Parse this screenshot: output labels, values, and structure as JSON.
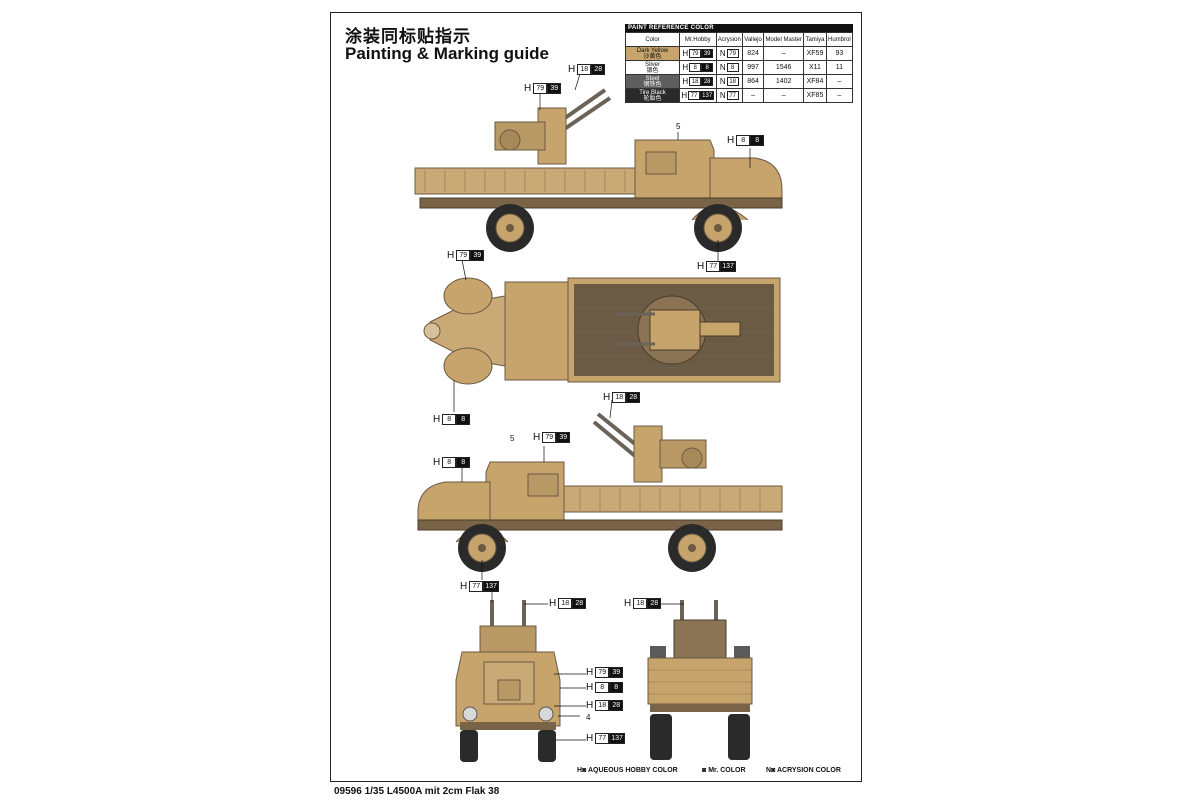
{
  "titles": {
    "cn": "涂装同标贴指示",
    "en": "Painting & Marking guide"
  },
  "color_table": {
    "caption": "PAINT REFERENCE COLOR",
    "headers": [
      "Color",
      "Mr.Hobby",
      "Acrysion",
      "Vallejo",
      "Model Master",
      "Tamiya",
      "Humbrol"
    ],
    "rows": [
      {
        "name_en": "Dark Yellow",
        "name_cn": "沙黄色",
        "swatch": "#c7a46b",
        "h1": "79",
        "h2": "39",
        "n": "79",
        "vallejo": "824",
        "model_master": "–",
        "tamiya": "XF59",
        "humbrol": "93"
      },
      {
        "name_en": "Silver",
        "name_cn": "银色",
        "swatch": "#ffffff",
        "h1": "8",
        "h2": "8",
        "n": "8",
        "vallejo": "997",
        "model_master": "1546",
        "tamiya": "X11",
        "humbrol": "11"
      },
      {
        "name_en": "Steel",
        "name_cn": "钢铁色",
        "swatch": "#5f5f5f",
        "h1": "18",
        "h2": "28",
        "n": "18",
        "vallejo": "864",
        "model_master": "1402",
        "tamiya": "XF84",
        "humbrol": "–"
      },
      {
        "name_en": "Tire Black",
        "name_cn": "轮胎色",
        "swatch": "#2a2a2a",
        "h1": "77",
        "h2": "137",
        "n": "77",
        "vallejo": "–",
        "model_master": "–",
        "tamiya": "XF85",
        "humbrol": "–"
      }
    ]
  },
  "callouts": {
    "steel": {
      "prefix": "H",
      "a": "18",
      "b": "28"
    },
    "yellow": {
      "prefix": "H",
      "a": "79",
      "b": "39"
    },
    "silver": {
      "prefix": "H",
      "a": "8",
      "b": "8"
    },
    "tire": {
      "prefix": "H",
      "a": "77",
      "b": "137"
    }
  },
  "part_numbers": {
    "five": "5",
    "four": "4"
  },
  "colors": {
    "dark_yellow": "#c7a46b",
    "dark_yellow_shade": "#a8895a",
    "steel": "#5f5f5f",
    "tire": "#2a2a2a",
    "bed": "#6b5a44"
  },
  "legend": {
    "aqueous": "AQUEOUS HOBBY COLOR",
    "mr": "Mr. COLOR",
    "acrysion": "ACRYSION COLOR",
    "h_symbol": "H",
    "n_symbol": "N"
  },
  "footer": "09596 1/35 L4500A mit 2cm Flak 38"
}
